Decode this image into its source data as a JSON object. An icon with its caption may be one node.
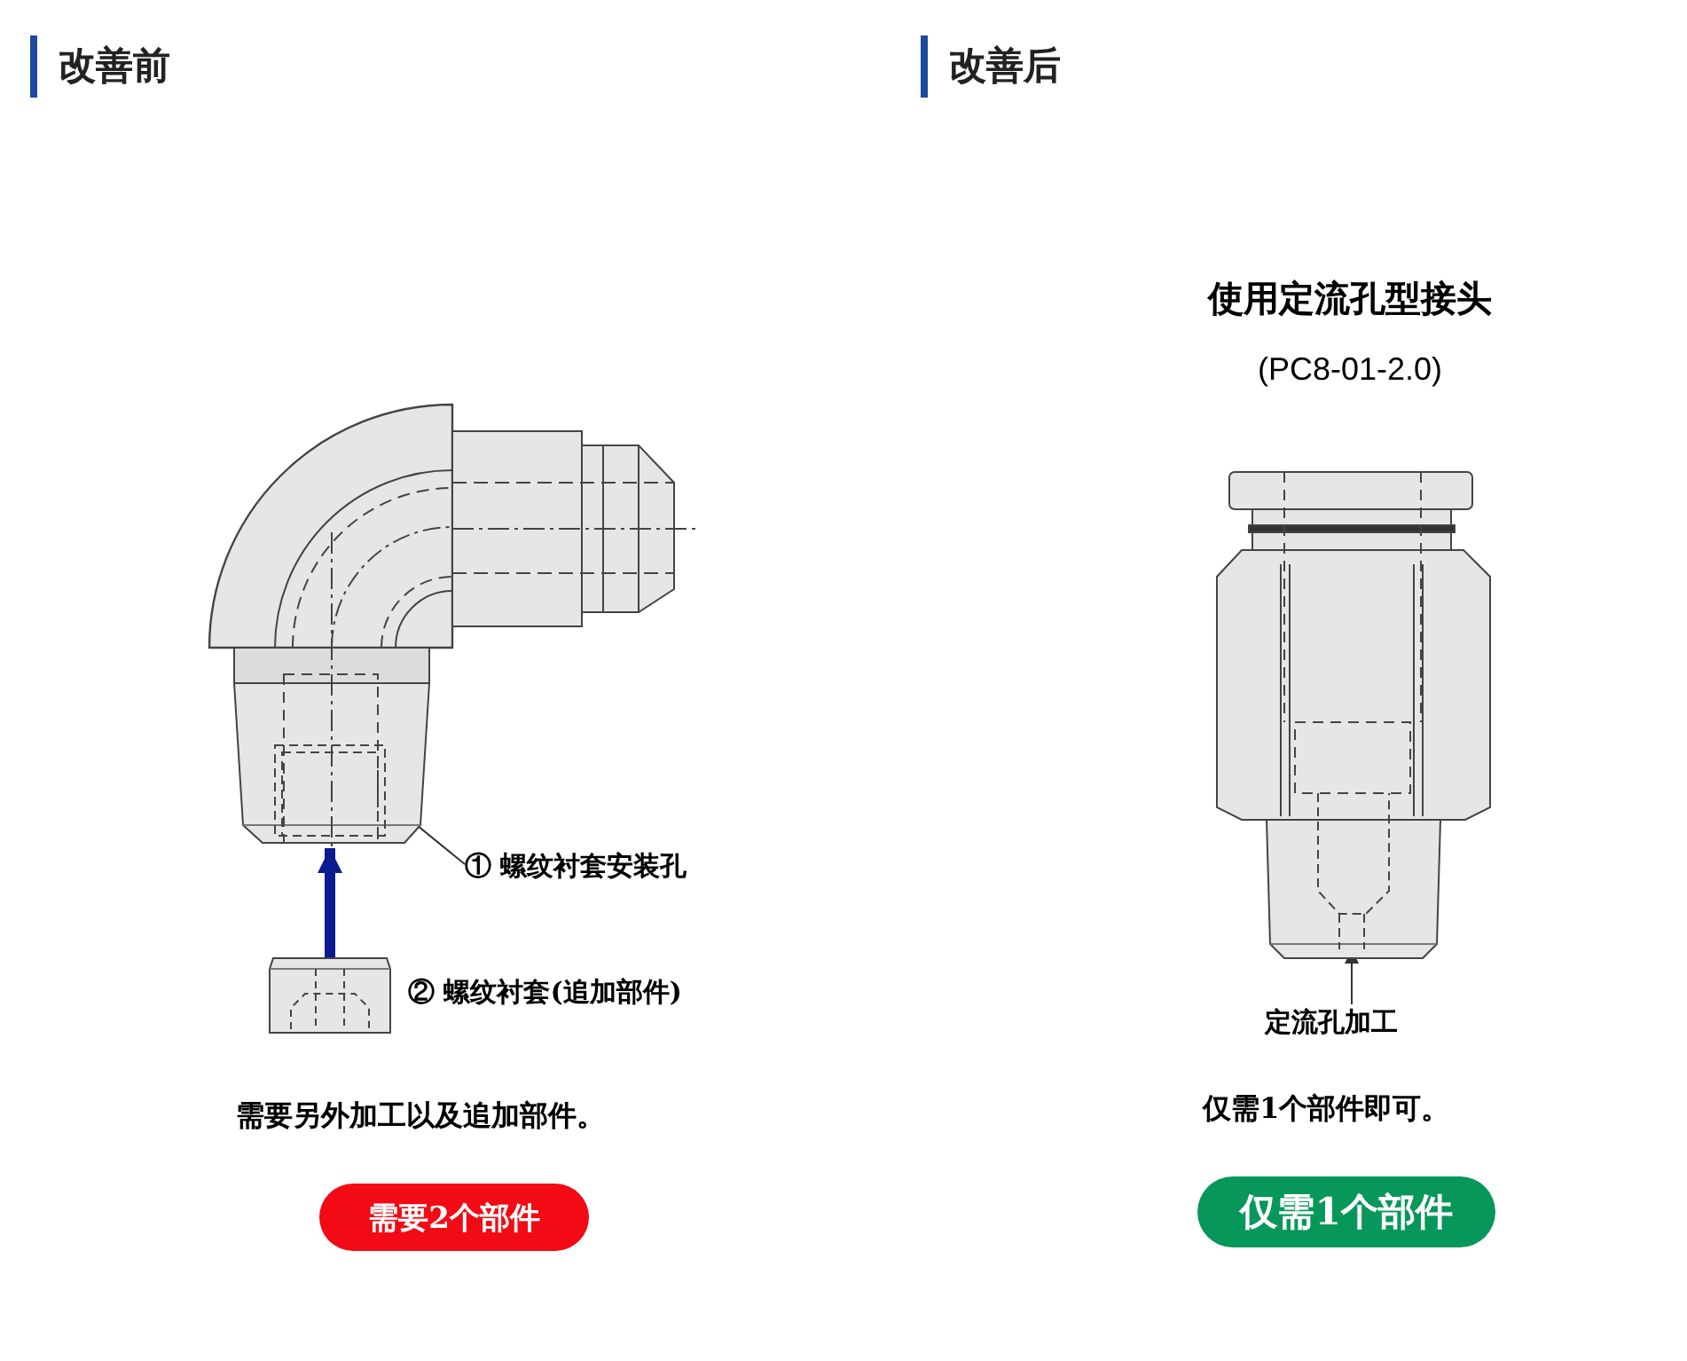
{
  "diagram": {
    "nodes": [
      {
        "text": [],
        "shape": "picture"
      },
      {
        "text": [],
        "shape": "picture",
        "in": 0
      },
      {
        "text": [
          "① 螺纹衬套安装孔"
        ]
      },
      {
        "text": [],
        "shape": "picture",
        "beside": [
          "② 螺纹衬套(追加部件)"
        ]
      },
      {
        "text": [
          "需要2个部件"
        ]
      },
      {
        "text": [],
        "shape": "picture"
      },
      {
        "text": [],
        "shape": "picture",
        "in": 5
      },
      {
        "text": [
          "定流孔加工"
        ]
      },
      {
        "text": [
          "仅需1个部件"
        ]
      }
    ],
    "edges": [
      {
        "from": 2,
        "to": 1,
        "arrow": "to"
      },
      {
        "from": 3,
        "to": 0,
        "arrow": "to",
        "style": "thick",
        "color": "#0b1a8f"
      },
      {
        "from": 7,
        "to": 6,
        "arrow": "to"
      }
    ],
    "labels": [
      "改善前",
      "改善后",
      "使用定流孔型接头",
      "(PC8-01-2.0)",
      "需要另外加工以及追加部件。",
      "仅需1个部件即可。"
    ]
  }
}
